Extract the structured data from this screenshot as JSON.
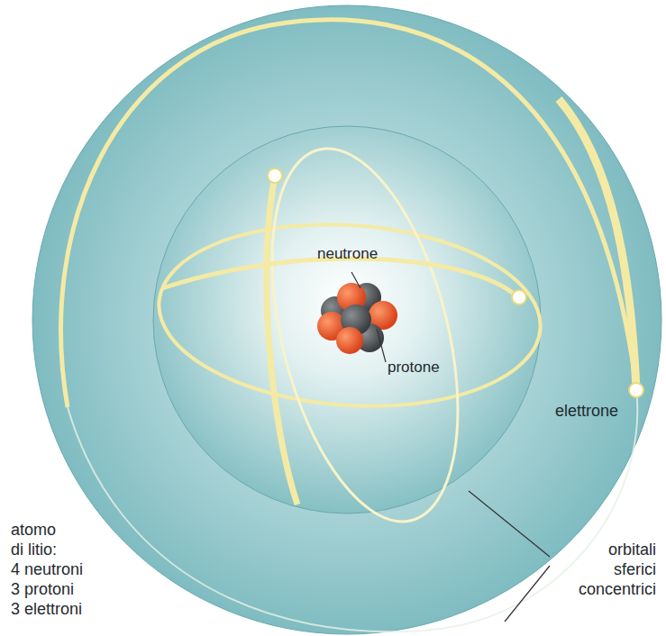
{
  "diagram": {
    "labels": [
      "neutrone",
      "protone",
      "elettrone",
      "atomo",
      "di litio:",
      "4 neutroni",
      "3 protoni",
      "3 elettroni",
      "orbitali",
      "sferici",
      "concentrici"
    ]
  }
}
